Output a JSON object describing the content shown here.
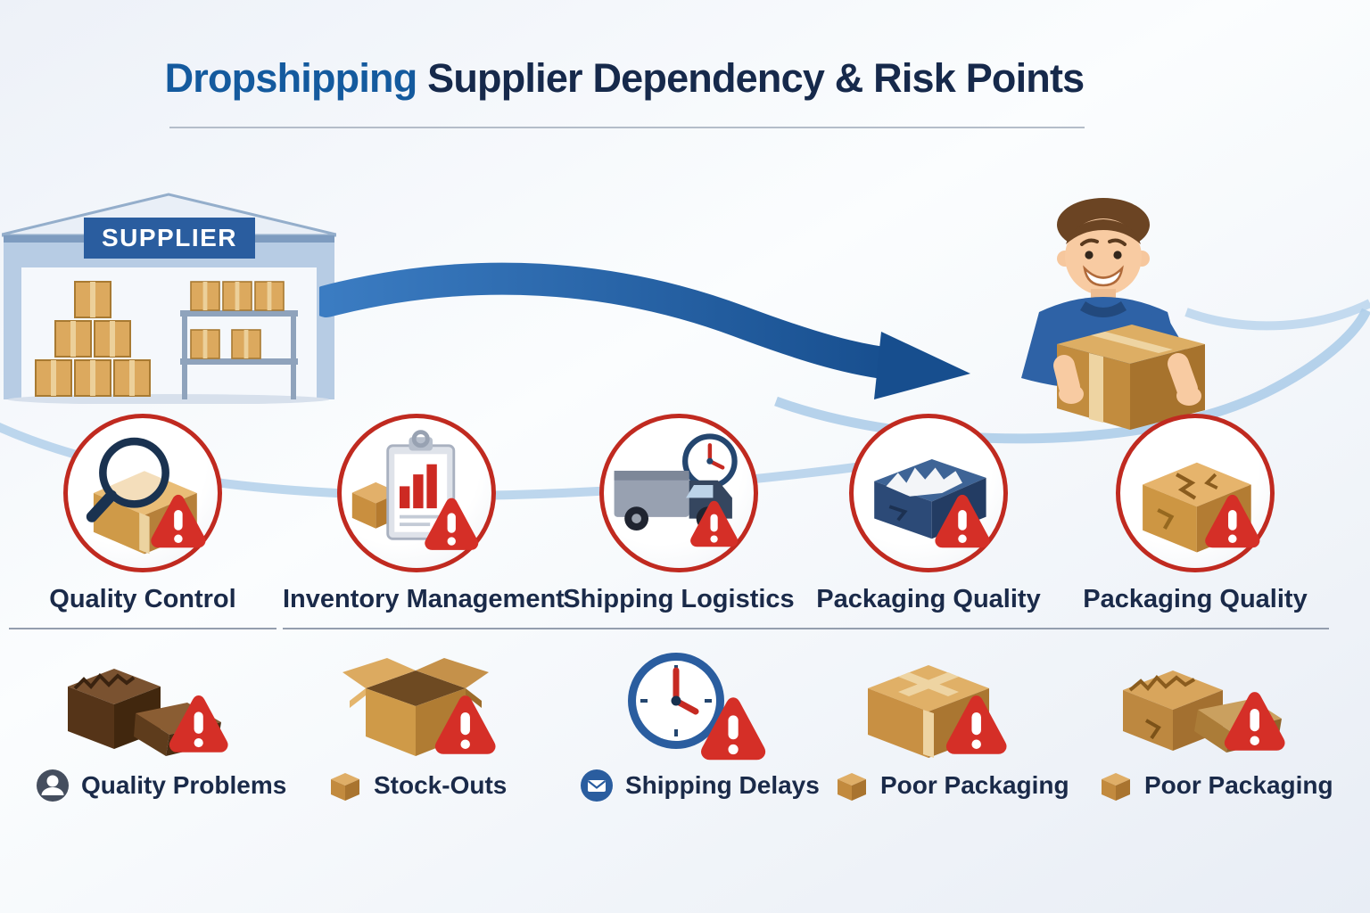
{
  "title": {
    "highlight": "Dropshipping",
    "rest": "Supplier Dependency & Risk Points"
  },
  "supplier": {
    "label": "SUPPLIER"
  },
  "risk_points": [
    {
      "label": "Quality Control",
      "icon": "magnifier-box-icon"
    },
    {
      "label": "Inventory Management",
      "icon": "clipboard-chart-icon"
    },
    {
      "label": "Shipping Logistics",
      "icon": "truck-clock-icon"
    },
    {
      "label": "Packaging Quality",
      "icon": "crushed-package-icon"
    },
    {
      "label": "Packaging Quality",
      "icon": "damaged-box-icon"
    }
  ],
  "issues": [
    {
      "label": "Quality Problems",
      "bullet": "person-icon",
      "icon": "broken-boxes-icon"
    },
    {
      "label": "Stock-Outs",
      "bullet": "box-icon",
      "icon": "empty-open-box-icon"
    },
    {
      "label": "Shipping Delays",
      "bullet": "envelope-icon",
      "icon": "clock-warning-icon"
    },
    {
      "label": "Poor Packaging",
      "bullet": "box-icon",
      "icon": "box-warning-icon"
    },
    {
      "label": "Poor Packaging",
      "bullet": "box-icon",
      "icon": "crumpled-boxes-icon"
    }
  ],
  "colors": {
    "title_navy": "#16294b",
    "accent_blue": "#145a9e",
    "circle_red": "#c02a20",
    "warning_red": "#d52f27",
    "cardboard_tan": "#d9a75f",
    "swoosh_blue": "#aecde9",
    "arrow_blue": "#1c5695"
  }
}
